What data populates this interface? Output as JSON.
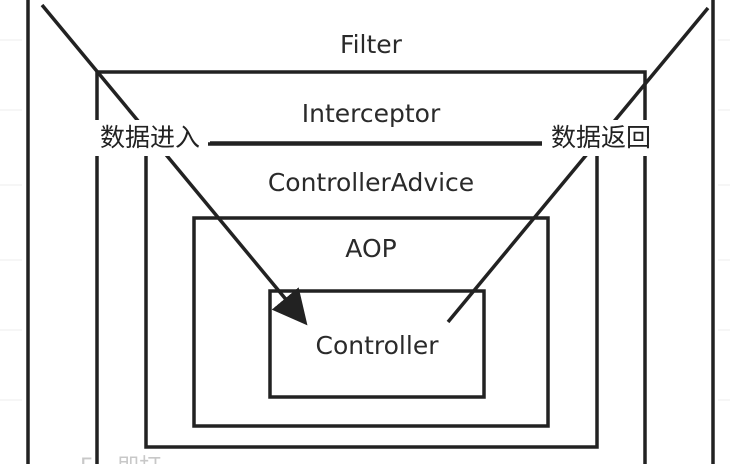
{
  "layers": {
    "filter": "Filter",
    "interceptor": "Interceptor",
    "controller_advice": "ControllerAdvice",
    "aop": "AOP",
    "controller": "Controller"
  },
  "flow": {
    "data_in": "数据进入",
    "data_out": "数据返回"
  },
  "footer": {
    "partial_text": "F... 即打"
  }
}
